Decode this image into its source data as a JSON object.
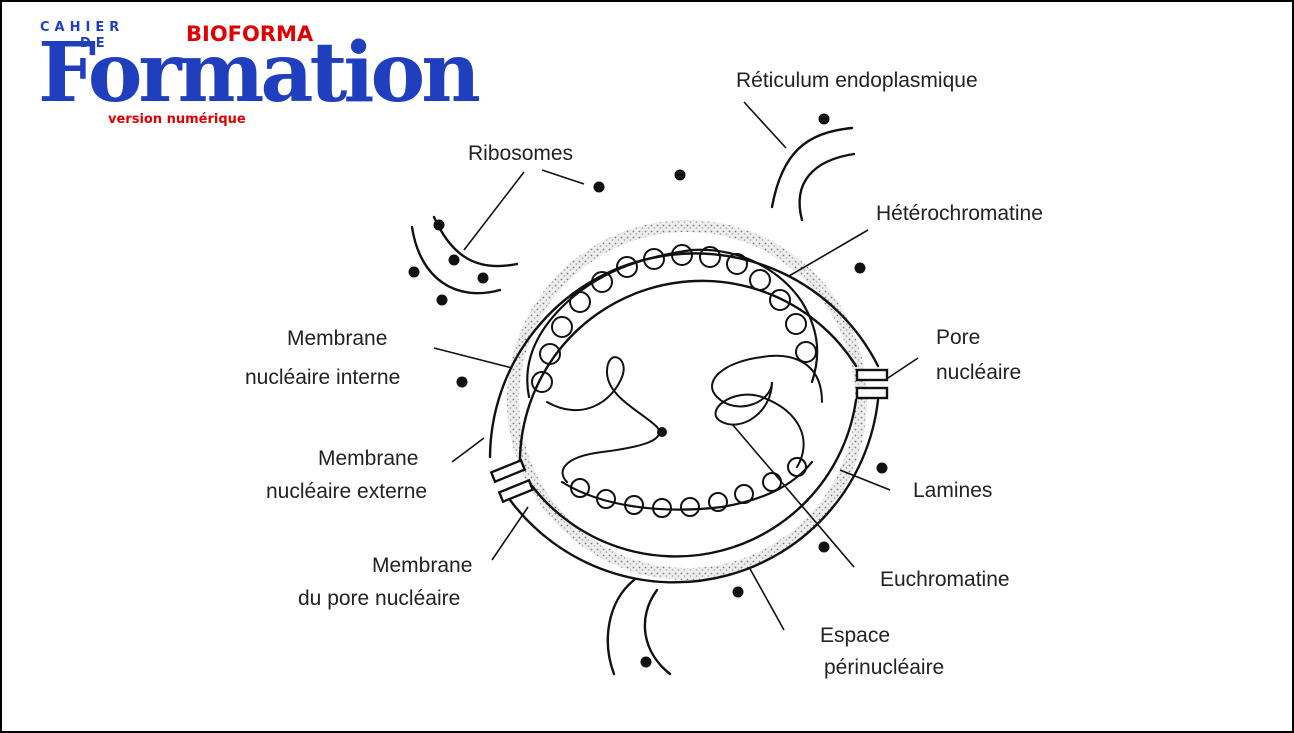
{
  "logo": {
    "cahier": "CAHIER",
    "de": "DE",
    "formation": "Formation",
    "bioforma": "BIOFORMA",
    "version": "version numérique",
    "colors": {
      "blue": "#1f3fbf",
      "red": "#e00000"
    }
  },
  "labels": {
    "reticulum": "Réticulum endoplasmique",
    "ribosomes": "Ribosomes",
    "heterochromatine": "Hétérochromatine",
    "membrane_interne_1": "Membrane",
    "membrane_interne_2": "nucléaire interne",
    "pore_1": "Pore",
    "pore_2": "nucléaire",
    "membrane_externe_1": "Membrane",
    "membrane_externe_2": "nucléaire externe",
    "lamines": "Lamines",
    "membrane_pore_1": "Membrane",
    "membrane_pore_2": "du pore nucléaire",
    "euchromatine": "Euchromatine",
    "espace_1": "Espace",
    "espace_2": "périnucléaire"
  }
}
